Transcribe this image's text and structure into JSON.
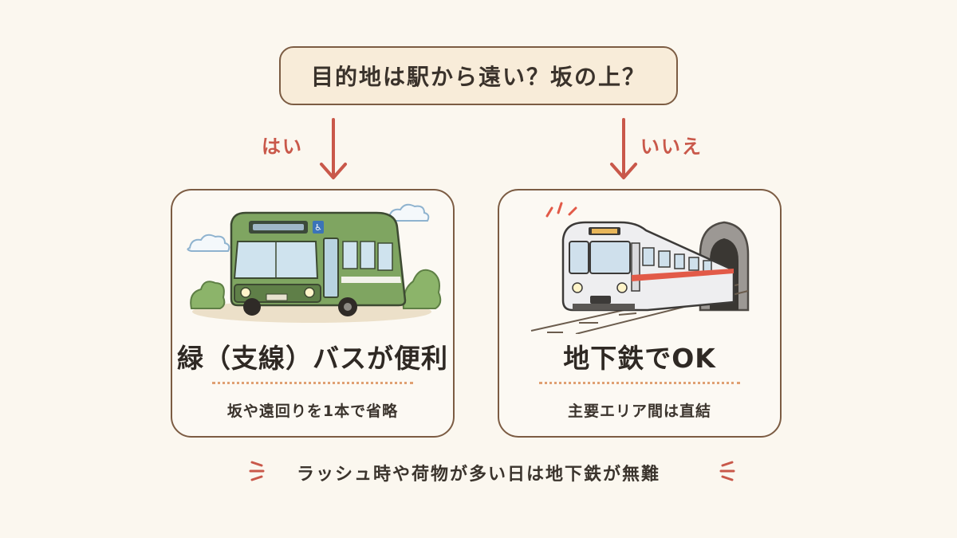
{
  "question": "目的地は駅から遠い？坂の上？",
  "branches": {
    "yes": {
      "label": "はい",
      "title": "緑（支線）バスが便利",
      "subtitle": "坂や遠回りを1本で省略"
    },
    "no": {
      "label": "いいえ",
      "title": "地下鉄でOK",
      "subtitle": "主要エリア間は直結"
    }
  },
  "footer_note": "ラッシュ時や荷物が多い日は地下鉄が無難",
  "icons": [
    "down-arrow-icon",
    "bus-icon",
    "subway-train-icon",
    "tunnel-icon",
    "cloud-icon",
    "bush-icon",
    "sparkle-icon"
  ],
  "colors": {
    "background": "#fbf7ef",
    "border": "#7c5c43",
    "accent": "#c9584a",
    "question_fill": "#f8ecd9",
    "divider": "#e0a072",
    "bus_green": "#7fa561",
    "train_stripe": "#e25a48"
  }
}
